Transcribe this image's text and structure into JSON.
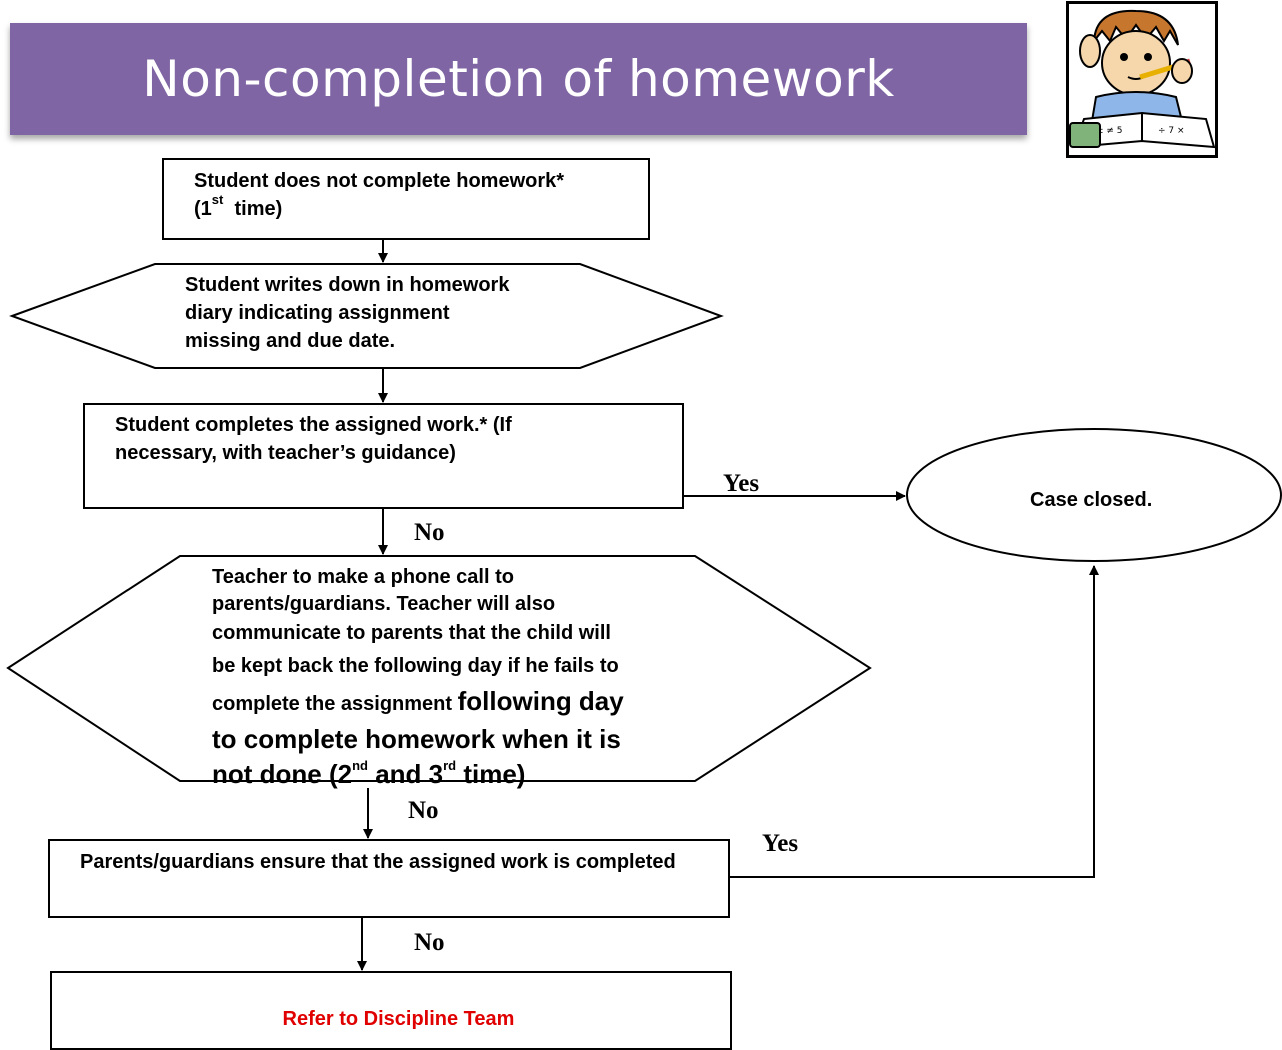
{
  "header": {
    "title": "Non-completion of homework"
  },
  "clipart": {
    "icon": "student-doing-homework-icon"
  },
  "nodes": {
    "start": {
      "text": "Student does not complete homework*",
      "line2_pre": "(1",
      "line2_sup": "st",
      "line2_post": "  time)"
    },
    "diary": {
      "line1": "Student writes down in homework",
      "line2": "diary indicating assignment",
      "line3": "missing and due date."
    },
    "complete": {
      "line1": "Student completes the assigned work.* (If",
      "line2": "necessary, with teacher’s guidance)"
    },
    "closed": {
      "text": "Case closed."
    },
    "phone": {
      "line1": "Teacher to make a phone call to",
      "line2": "parents/guardians. Teacher will also",
      "line3": "communicate to parents that the child will",
      "line4": "be kept back the following day  if he fails to",
      "line5_small": "complete the assignment ",
      "line5_big": "following day",
      "line6": "to complete homework when it is",
      "line7_pre": "not done (2",
      "line7_sup1": "nd",
      "line7_mid": " and 3",
      "line7_sup2": "rd",
      "line7_post": " time)"
    },
    "parents": {
      "text": "Parents/guardians ensure that the assigned work is completed"
    },
    "refer": {
      "text": "Refer to Discipline Team",
      "color": "#e00000"
    }
  },
  "edges": {
    "yes1": "Yes",
    "no1": "No",
    "no2": "No",
    "yes2": "Yes",
    "no3": "No"
  },
  "colors": {
    "banner": "#7f65a3",
    "banner_text": "#ffffff"
  }
}
